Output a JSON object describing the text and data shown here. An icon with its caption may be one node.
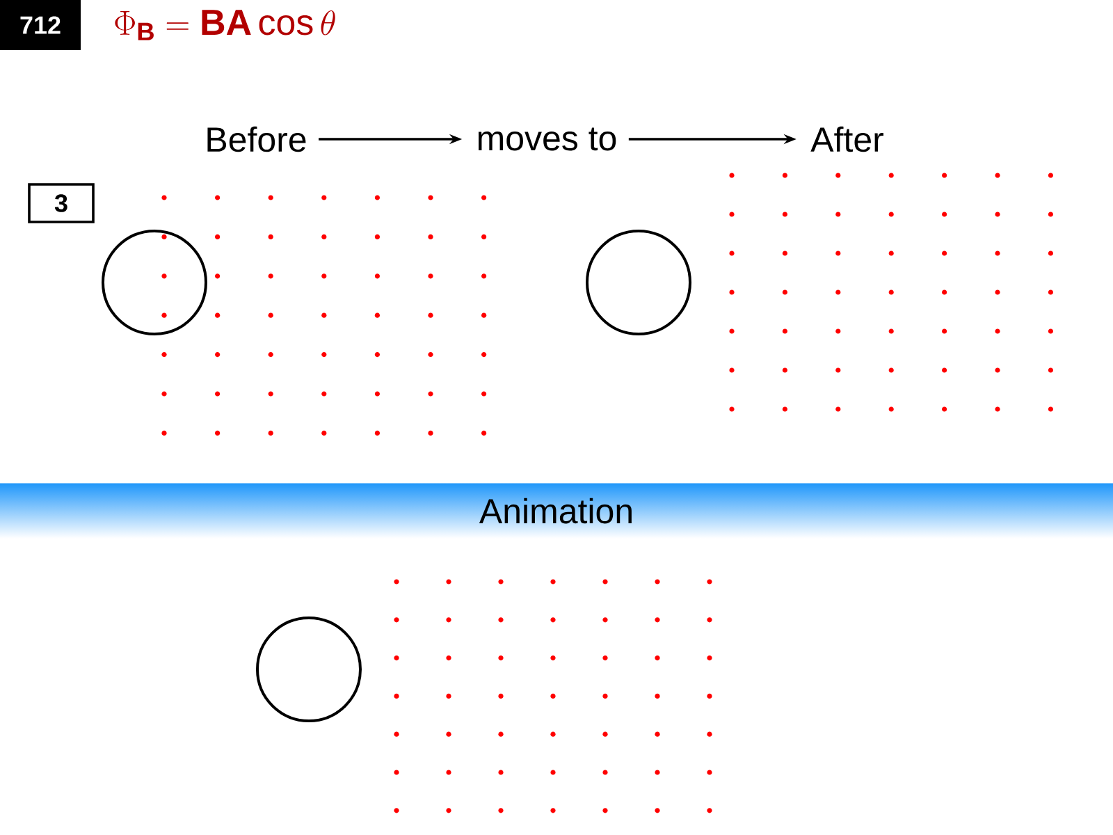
{
  "diagram": {
    "title": "\\Phi_{\\mathbf{B}} = \\mathbf{BA}\\cos\\theta",
    "nodes": [
      {
        "text": [
          "Before"
        ]
      },
      {
        "text": [
          "moves to"
        ]
      },
      {
        "text": [
          "After"
        ]
      },
      {
        "text": [
          "Animation"
        ]
      }
    ],
    "edges": [
      {
        "from": 0,
        "to": 1,
        "arrow": "to"
      },
      {
        "from": 1,
        "to": 2,
        "arrow": "to"
      }
    ],
    "labels": [
      "712",
      "3"
    ]
  }
}
